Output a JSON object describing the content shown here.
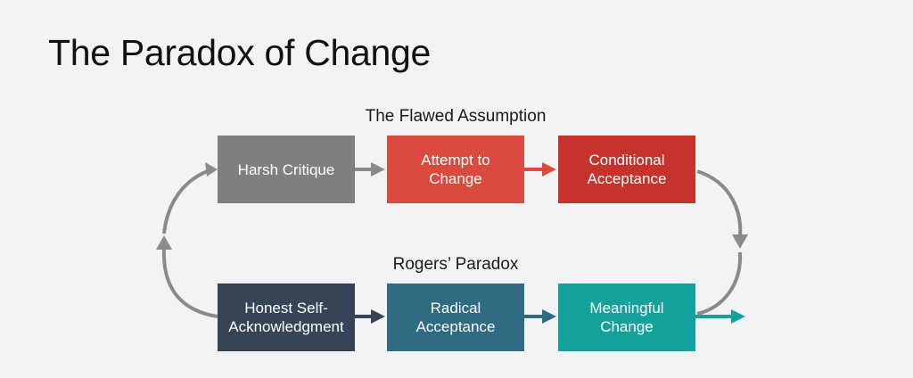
{
  "title": "The Paradox of Change",
  "flawed": {
    "label": "The Flawed Assumption",
    "steps": [
      "Harsh Critique",
      "Attempt to\nChange",
      "Conditional\nAcceptance"
    ]
  },
  "rogers": {
    "label": "Rogers’ Paradox",
    "steps": [
      "Honest Self-\nAcknowledgment",
      "Radical\nAcceptance",
      "Meaningful\nChange"
    ]
  },
  "colors": {
    "harsh": "#7f7f7f",
    "attempt": "#db4a3f",
    "conditional": "#c8322c",
    "honest": "#354556",
    "radical": "#2f6b82",
    "meaningful": "#15a19b",
    "loop_arrow": "#8a8a8a"
  }
}
